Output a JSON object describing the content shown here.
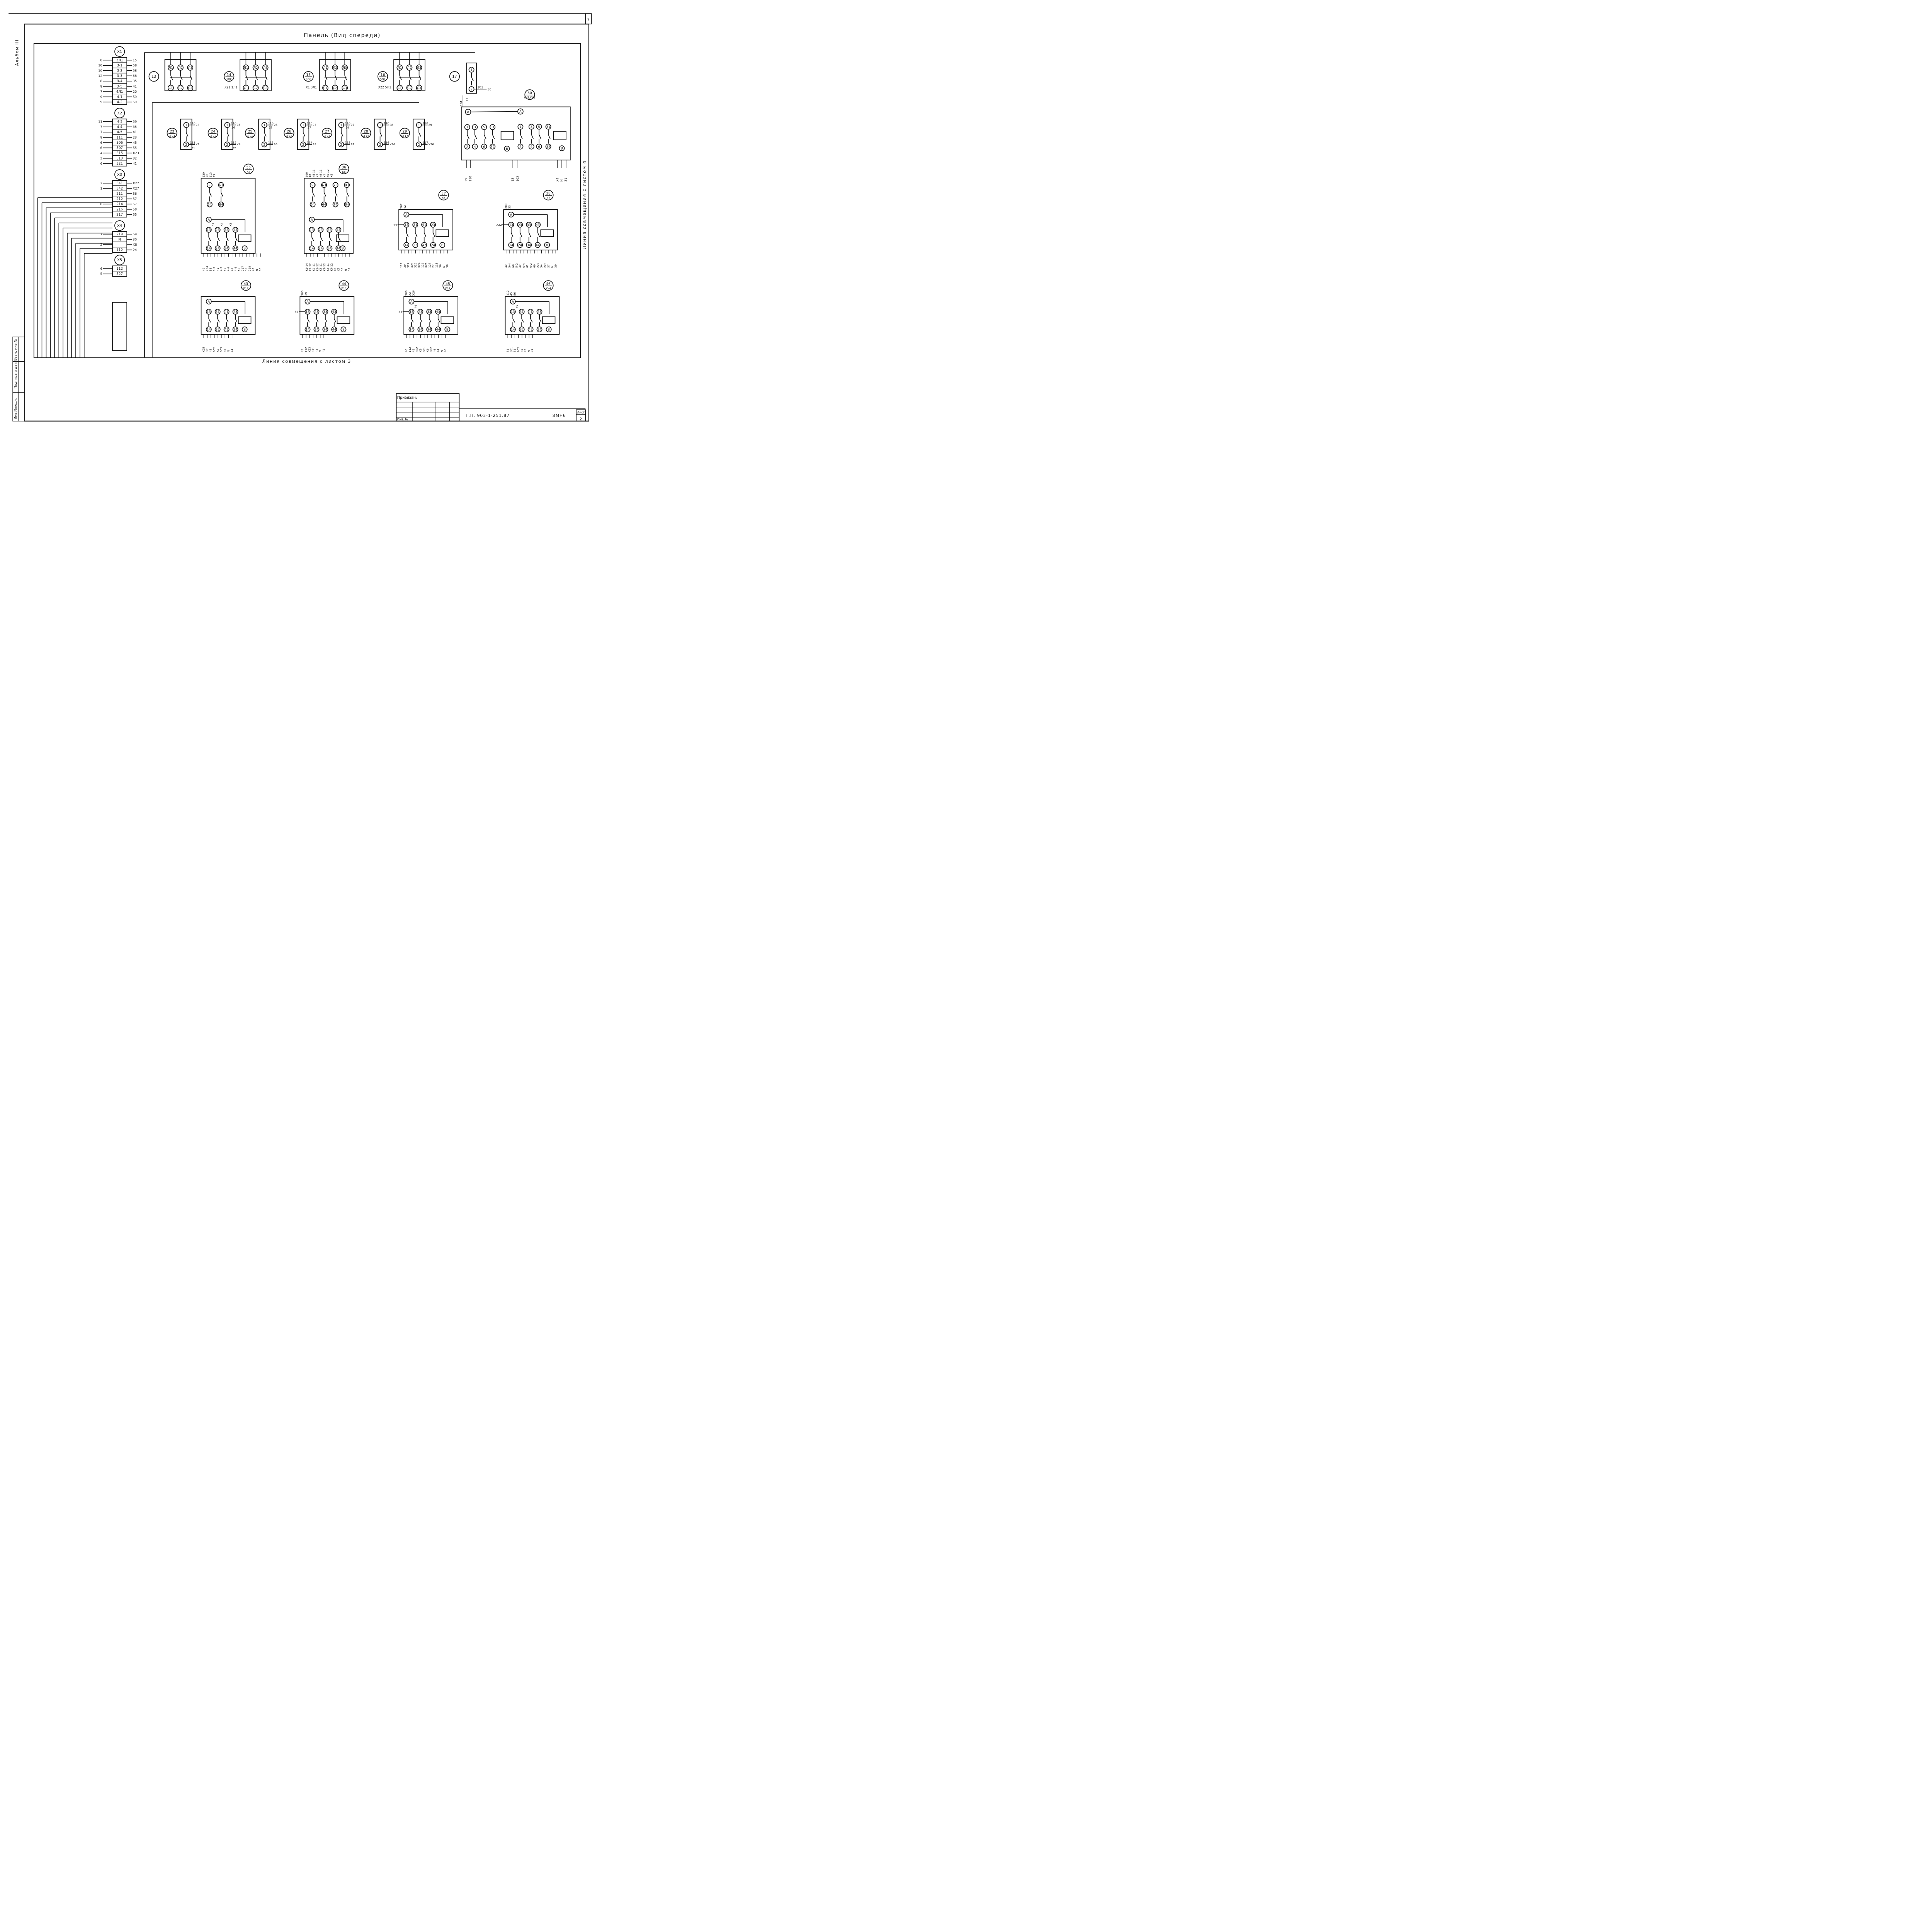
{
  "header": {
    "panel_title": "Панель (Вид спереди)",
    "sheet_corner_number": "7"
  },
  "side_margin": {
    "album_label": "Альбом III",
    "stamp_cells": [
      "Инв.№подл.",
      "Подпись и дата",
      "Взам. инв.№"
    ]
  },
  "footer": {
    "alignment_line_bottom": "Линия совмещения с листом 3",
    "alignment_line_right": "Линия совмещения с листом 4",
    "privyazan_label": "Привязан:",
    "inv_partial": "Инв. №",
    "document_code": "Т.П. 903-1-251.87",
    "sheet_mark": "ЭМН6",
    "sheet_label": "Лист",
    "sheet_number": "2"
  },
  "terminal_blocks": [
    {
      "label": "X1",
      "rows": [
        {
          "left": "8",
          "term": "3Л1",
          "right": "15"
        },
        {
          "left": "10",
          "term": "3-1",
          "right": "58"
        },
        {
          "left": "10",
          "term": "3-2",
          "right": "58"
        },
        {
          "left": "12",
          "term": "3-3",
          "right": "58"
        },
        {
          "left": "8",
          "term": "3-4",
          "right": "35"
        },
        {
          "left": "8",
          "term": "3-5",
          "right": "41"
        },
        {
          "left": "7",
          "term": "4Л1",
          "right": "20"
        },
        {
          "left": "9",
          "term": "4-1",
          "right": "59"
        },
        {
          "left": "9",
          "term": "4-2",
          "right": "59"
        }
      ]
    },
    {
      "label": "X2",
      "rows": [
        {
          "left": "11",
          "term": "4-3",
          "right": "59"
        },
        {
          "left": "7",
          "term": "4-4",
          "right": "35"
        },
        {
          "left": "7",
          "term": "4-5",
          "right": "41"
        },
        {
          "left": "8",
          "term": "111",
          "right": "23"
        },
        {
          "left": "6",
          "term": "306",
          "right": "45"
        },
        {
          "left": "6",
          "term": "307",
          "right": "55"
        },
        {
          "left": "4",
          "term": "315",
          "right": "X23"
        },
        {
          "left": "3",
          "term": "318",
          "right": "32"
        },
        {
          "left": "6",
          "term": "321",
          "right": "41"
        }
      ]
    },
    {
      "label": "X3",
      "rows": [
        {
          "left": "2",
          "term": "341",
          "right": "X27"
        },
        {
          "left": "1",
          "term": "342",
          "right": "X27"
        },
        {
          "left": "",
          "term": "211",
          "right": "56"
        },
        {
          "left": "",
          "term": "212",
          "right": "57"
        },
        {
          "left": "8",
          "term": "214",
          "right": "57"
        },
        {
          "left": "",
          "term": "216",
          "right": "58"
        },
        {
          "left": "",
          "term": "217",
          "right": "35"
        }
      ]
    },
    {
      "label": "X4",
      "rows": [
        {
          "left": "7",
          "term": "219",
          "right": "59"
        },
        {
          "left": "",
          "term": "N",
          "right": "30"
        },
        {
          "left": "2",
          "term": "",
          "right": "X8"
        },
        {
          "left": "",
          "term": "112",
          "right": "24"
        }
      ]
    },
    {
      "label": "X5",
      "rows": [
        {
          "left": "6",
          "term": "112",
          "right": ""
        },
        {
          "left": "5",
          "term": "327",
          "right": ""
        }
      ]
    }
  ],
  "breakers": [
    {
      "num": "13",
      "sub": "",
      "left_wire": ""
    },
    {
      "num": "14",
      "sub": "1QF",
      "left_wire": "X21 1Л1"
    },
    {
      "num": "15",
      "sub": "3QF",
      "left_wire": "X1 3Л1"
    },
    {
      "num": "16",
      "sub": "5QF",
      "left_wire": "X22 5Л1"
    }
  ],
  "breaker_terminals": {
    "top": [
      "Л1",
      "Л2",
      "Л3"
    ],
    "bottom": [
      "С1",
      "С2",
      "С3"
    ]
  },
  "single_breaker": {
    "num": "17",
    "top": "1",
    "bottom": "2",
    "wire_a": "101",
    "wire_b": "30"
  },
  "small_breakers": [
    {
      "num": "23",
      "sub": "SF11",
      "top": "110",
      "top_b": "24",
      "bottom": "111",
      "bottom_b": "X2",
      "bottom_c": "31"
    },
    {
      "num": "24",
      "sub": "SF12",
      "top": "110",
      "top_b": "25",
      "bottom": "112",
      "bottom_b": "X4",
      "bottom_c": "32"
    },
    {
      "num": "25",
      "sub": "SF13",
      "top": "110",
      "top_b": "23",
      "bottom": "113",
      "bottom_b": "35",
      "bottom_c": ""
    },
    {
      "num": "26",
      "sub": "SF14",
      "top": "110",
      "top_b": "24",
      "bottom": "114",
      "bottom_b": "39",
      "bottom_c": ""
    },
    {
      "num": "27",
      "sub": "SF15",
      "top": "110",
      "top_b": "27",
      "bottom": "115",
      "bottom_b": "37",
      "bottom_c": ""
    },
    {
      "num": "28",
      "sub": "SF16",
      "top": "110",
      "top_b": "28",
      "bottom": "116",
      "bottom_b": "X26",
      "bottom_c": ""
    },
    {
      "num": "29",
      "sub": "SF17",
      "top": "110",
      "top_b": "29",
      "bottom": "117",
      "bottom_b": "X26",
      "bottom_c": ""
    }
  ],
  "small_breaker_extra": [
    "26",
    "25",
    "27",
    "28"
  ],
  "relay_30": {
    "num": "30",
    "sub": "KV1,KV2",
    "top_left": [
      "1",
      "3",
      "5",
      "31"
    ],
    "top_right": [
      "1",
      "3",
      "5",
      "31"
    ],
    "bottom_left": [
      "2",
      "4",
      "6",
      "32"
    ],
    "bottom_right": [
      "2",
      "4",
      "6",
      "32"
    ],
    "coil_a": "A",
    "coil_b": "B",
    "wires_top": [
      "101",
      "17"
    ],
    "wires_bottom": [
      "29",
      "110",
      "18",
      "102",
      "X4",
      "N",
      "31"
    ]
  },
  "relays": [
    {
      "num": "35",
      "sub": "K4",
      "top_contacts": [
        "53",
        "63"
      ],
      "top_bottoms": [
        "54",
        "64"
      ],
      "contacts_top": [
        "13",
        "23",
        "33",
        "43"
      ],
      "contacts_bottom": [
        "14",
        "24",
        "34",
        "44"
      ],
      "top_wires": [
        "120",
        "X8",
        "113",
        "25"
      ],
      "side_wires": [
        "X1",
        "X2",
        "X3"
      ],
      "bottom_wires": [
        "49",
        "204",
        "58",
        "3-2",
        "41",
        "4-2",
        "59",
        "4-4",
        "41",
        "4-1",
        "59",
        "217",
        "53",
        "218",
        "43",
        "N",
        "36"
      ],
      "prefix": ""
    },
    {
      "num": "36",
      "sub": "K5",
      "top_contacts": [
        "53",
        "63",
        "73",
        "83"
      ],
      "top_bottoms": [
        "54",
        "64",
        "74",
        "84"
      ],
      "contacts_top": [
        "13",
        "23",
        "33",
        "43"
      ],
      "contacts_bottom": [
        "14",
        "24",
        "34",
        "44"
      ],
      "top_wires": [
        "206",
        "48",
        "K5-11",
        "X7",
        "K6-11",
        "X1",
        "K6-12",
        "X8"
      ],
      "side_wires": [],
      "bottom_wires": [
        "K1-14",
        "K1-12",
        "K2-11",
        "K2-12",
        "K3-11",
        "K3-12",
        "K4-11",
        "K4-12",
        "X6",
        "X7",
        "35",
        "N",
        "37"
      ],
      "prefix": ""
    },
    {
      "num": "37",
      "sub": "K6",
      "top_contacts": [],
      "top_bottoms": [],
      "contacts_top": [
        "13",
        "31",
        "41",
        "23"
      ],
      "contacts_bottom": [
        "14",
        "32",
        "42",
        "24"
      ],
      "top_wires": [
        "207",
        "42"
      ],
      "side_wires": [],
      "bottom_wires": [
        "112",
        "39",
        "324",
        "X24",
        "326",
        "X24",
        "126",
        "X25",
        "127",
        "27",
        "115",
        "36",
        "N",
        "38"
      ],
      "prefix": "44"
    },
    {
      "num": "38",
      "sub": "K7",
      "top_contacts": [],
      "top_bottoms": [],
      "contacts_top": [
        "13",
        "23",
        "33",
        "43"
      ],
      "contacts_bottom": [
        "14",
        "24",
        "34",
        "44"
      ],
      "top_wires": [
        "209",
        "33"
      ],
      "side_wires": [],
      "bottom_wires": [
        "42",
        "5-4",
        "60",
        "5-2",
        "42",
        "6-4",
        "61",
        "6-2",
        "60",
        "222",
        "54",
        "223",
        "37",
        "N",
        "39"
      ],
      "prefix": "X22"
    },
    {
      "num": "43",
      "sub": "K12",
      "top_contacts": [],
      "top_bottoms": [],
      "contacts_top": [
        "13",
        "31",
        "41",
        "23"
      ],
      "contacts_bottom": [
        "14",
        "32",
        "42",
        "24"
      ],
      "top_wires": [],
      "side_wires": [],
      "bottom_wires": [
        "X25",
        "301",
        "45",
        "302",
        "X8",
        "303",
        "35",
        "N",
        "44"
      ],
      "prefix": ""
    },
    {
      "num": "44",
      "sub": "K13",
      "top_contacts": [],
      "top_bottoms": [],
      "contacts_top": [
        "13",
        "23",
        "33",
        "43"
      ],
      "contacts_bottom": [
        "14",
        "24",
        "34",
        "44"
      ],
      "top_wires": [
        "305",
        "X9"
      ],
      "side_wires": [],
      "bottom_wires": [
        "45",
        "112",
        "X23",
        "311",
        "43",
        "N",
        "45"
      ],
      "prefix": "37"
    },
    {
      "num": "45",
      "sub": "K14",
      "top_contacts": [],
      "top_bottoms": [],
      "contacts_top": [
        "13",
        "23",
        "33",
        "43"
      ],
      "contacts_bottom": [
        "14",
        "24",
        "34",
        "44"
      ],
      "top_wires": [
        "306",
        "X2",
        "X26"
      ],
      "side_wires": [
        "46"
      ],
      "bottom_wires": [
        "46",
        "112",
        "43",
        "302",
        "X9",
        "801",
        "X9",
        "802",
        "46",
        "44",
        "N",
        "46"
      ],
      "prefix": "44"
    },
    {
      "num": "46",
      "sub": "KV4",
      "top_contacts": [],
      "top_bottoms": [],
      "contacts_top": [
        "13",
        "31",
        "41",
        "23"
      ],
      "contacts_bottom": [
        "14",
        "32",
        "42",
        "24"
      ],
      "top_wires": [
        "112",
        "45",
        "56"
      ],
      "side_wires": [
        "45"
      ],
      "bottom_wires": [
        "31",
        "801",
        "31",
        "802",
        "45",
        "45",
        "N",
        "47"
      ],
      "prefix": ""
    }
  ],
  "coil_labels": {
    "a": "A",
    "b": "B"
  }
}
